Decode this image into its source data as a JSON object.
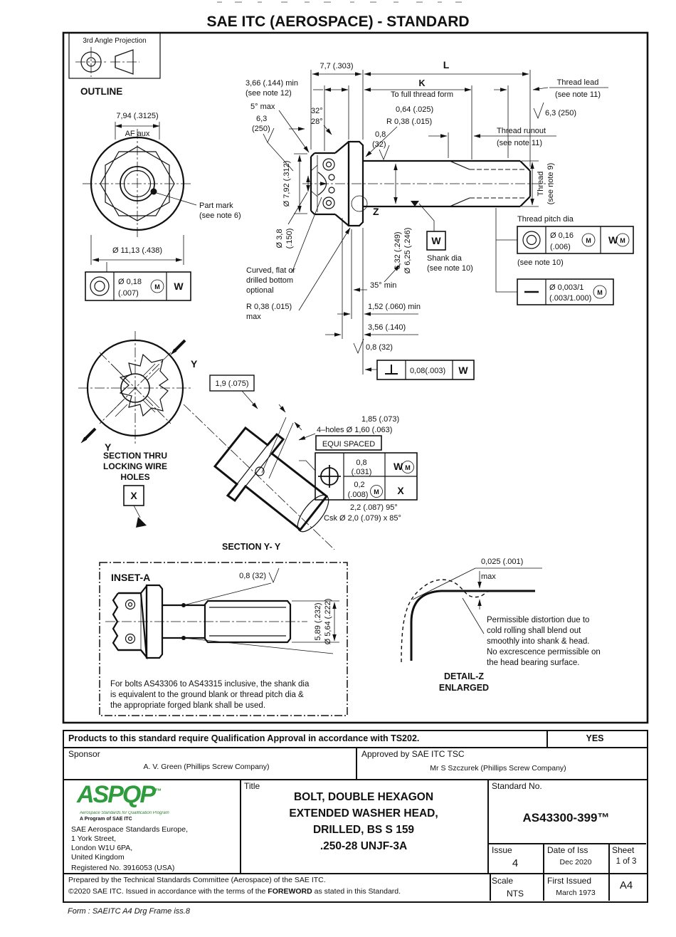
{
  "colors": {
    "ink": "#111111",
    "logo_green": "#2e9b3c"
  },
  "sym": {
    "w": "W",
    "m": "M",
    "x": "X",
    "y": "Y",
    "z": "Z"
  },
  "header": {
    "title": "SAE ITC (AEROSPACE) - STANDARD"
  },
  "projection": {
    "label": "3rd Angle Projection"
  },
  "outline": {
    "heading": "OUTLINE",
    "dim_af": "7,94 (.3125)",
    "af": "AF aux",
    "dim_od": "Ø 11,13 (.438)",
    "part_mark1": "Part mark",
    "part_mark2": "(see note 6)",
    "fcf_v1": "Ø 0,18",
    "fcf_v2": "(.007)"
  },
  "side": {
    "d77": "7,7 (.303)",
    "L": "L",
    "K": "K",
    "k_sub": "To full thread form",
    "lead1": "Thread lead",
    "lead2": "(see note 11)",
    "d366": "3,66 (.144) min",
    "d366b": "(see note 12)",
    "a5": "5° max",
    "f63a": "6,3",
    "f63b": "(250)",
    "a32": "32°",
    "a28": "28°",
    "r1": "0,64 (.025)",
    "r2": "R 0,38 (.015)",
    "f08a": "0,8",
    "f08b": "(32)",
    "runout1": "Thread runout",
    "runout2": "(see note 11)",
    "f63r": "6,3 (250)",
    "thread1": "Thread",
    "thread2": "(see note 9)",
    "d792": "Ø 7,92 (.312)",
    "d38a": "Ø 3,8",
    "d38b": "(.150)",
    "curved1": "Curved, flat or",
    "curved2": "drilled bottom",
    "curved3": "optional",
    "rmax1": "R 0,38 (.015)",
    "rmax2": "max",
    "shank1": "6,32 (.249)",
    "shank2": "Ø 6,25 (.246)",
    "shank_lab1": "Shank dia",
    "shank_lab2": "(see note 10)",
    "pitch_lab": "Thread pitch dia",
    "pitch_v1": "Ø 0,16",
    "pitch_v2": "(.006)",
    "pitch_note": "(see note 10)",
    "straight_v1": "Ø 0,003/1",
    "straight_v2": "(.003/1.000)",
    "a35": "35° min",
    "d152": "1,52 (.060) min",
    "d356": "3,56 (.140)",
    "f08c": "0,8 (32)",
    "perp_v": "0,08(.003)"
  },
  "section": {
    "h1": "SECTION THRU",
    "h2": "LOCKING  WIRE",
    "h3": "HOLES",
    "d19": "1,9 (.075)",
    "label": "SECTION Y- Y"
  },
  "callout": {
    "holes1": "1,85 (.073)",
    "holes2": "4–holes Ø 1,60 (.063)",
    "equi": "EQUI SPACED",
    "p1a": "0,8",
    "p1b": "(.031)",
    "p2a": "0,2",
    "p2b": "(.008)",
    "csk1": "2,2 (.087)  95°",
    "csk2": "Csk  Ø 2,0 (.079) x 85°"
  },
  "inset": {
    "heading": "INSET-A",
    "f08": "0,8 (32)",
    "d1": "5,89 (.232)",
    "d2": "Ø 5,64 (.222)",
    "n1": "For bolts AS43306 to AS43315 inclusive, the shank dia",
    "n2": "is equivalent to the ground blank or thread pitch dia &",
    "n3": "the appropriate forged blank shall be used."
  },
  "detail": {
    "d1": "0,025 (.001)",
    "d2": "max",
    "n1": "Permissible distortion due to",
    "n2": "cold rolling shall blend out",
    "n3": "smoothly into shank & head.",
    "n4": "No excrescence permissible on",
    "n5": "the head bearing surface.",
    "lab1": "DETAIL-Z",
    "lab2": "ENLARGED"
  },
  "tb": {
    "qual": "Products to this standard require Qualification Approval in accordance with TS202.",
    "qual_yes": "YES",
    "sponsor_lab": "Sponsor",
    "sponsor": "A. V. Green (Phillips Screw Company)",
    "approved_lab": "Approved by SAE ITC TSC",
    "approved": "Mr S Szczurek (Phillips Screw Company)",
    "logo": "ASPQP",
    "logo_tm": "™",
    "logo_tag": "Aerospace Standards for Qualification Program",
    "logo_sub": "A Program of SAE ITC",
    "addr1": "SAE Aerospace Standards Europe,",
    "addr2": "1 York Street,",
    "addr3": "London W1U 6PA,",
    "addr4": "United Kingdom",
    "reg": "Registered No. 3916053 (USA)",
    "title_lab": "Title",
    "t1": "BOLT, DOUBLE HEXAGON",
    "t2": "EXTENDED WASHER HEAD,",
    "t3": "DRILLED, BS S 159",
    "t4": ".250-28 UNJF-3A",
    "std_lab": "Standard No.",
    "std": "AS43300-399™",
    "issue_lab": "Issue",
    "issue": "4",
    "date_lab": "Date of Iss",
    "date": "Dec 2020",
    "sheet_lab": "Sheet",
    "sheet": "1 of 3",
    "scale_lab": "Scale",
    "scale": "NTS",
    "first_lab": "First Issued",
    "first": "March 1973",
    "size": "A4",
    "prep1": "Prepared by the Technical Standards Committee (Aerospace) of the SAE ITC.",
    "prep2a": "©2020 SAE ITC. Issued in accordance with the terms of the ",
    "prep2b": "FOREWORD",
    "prep2c": " as stated in this Standard."
  },
  "footer": {
    "form": "Form : SAEITC A4 Drg Frame iss.8"
  }
}
